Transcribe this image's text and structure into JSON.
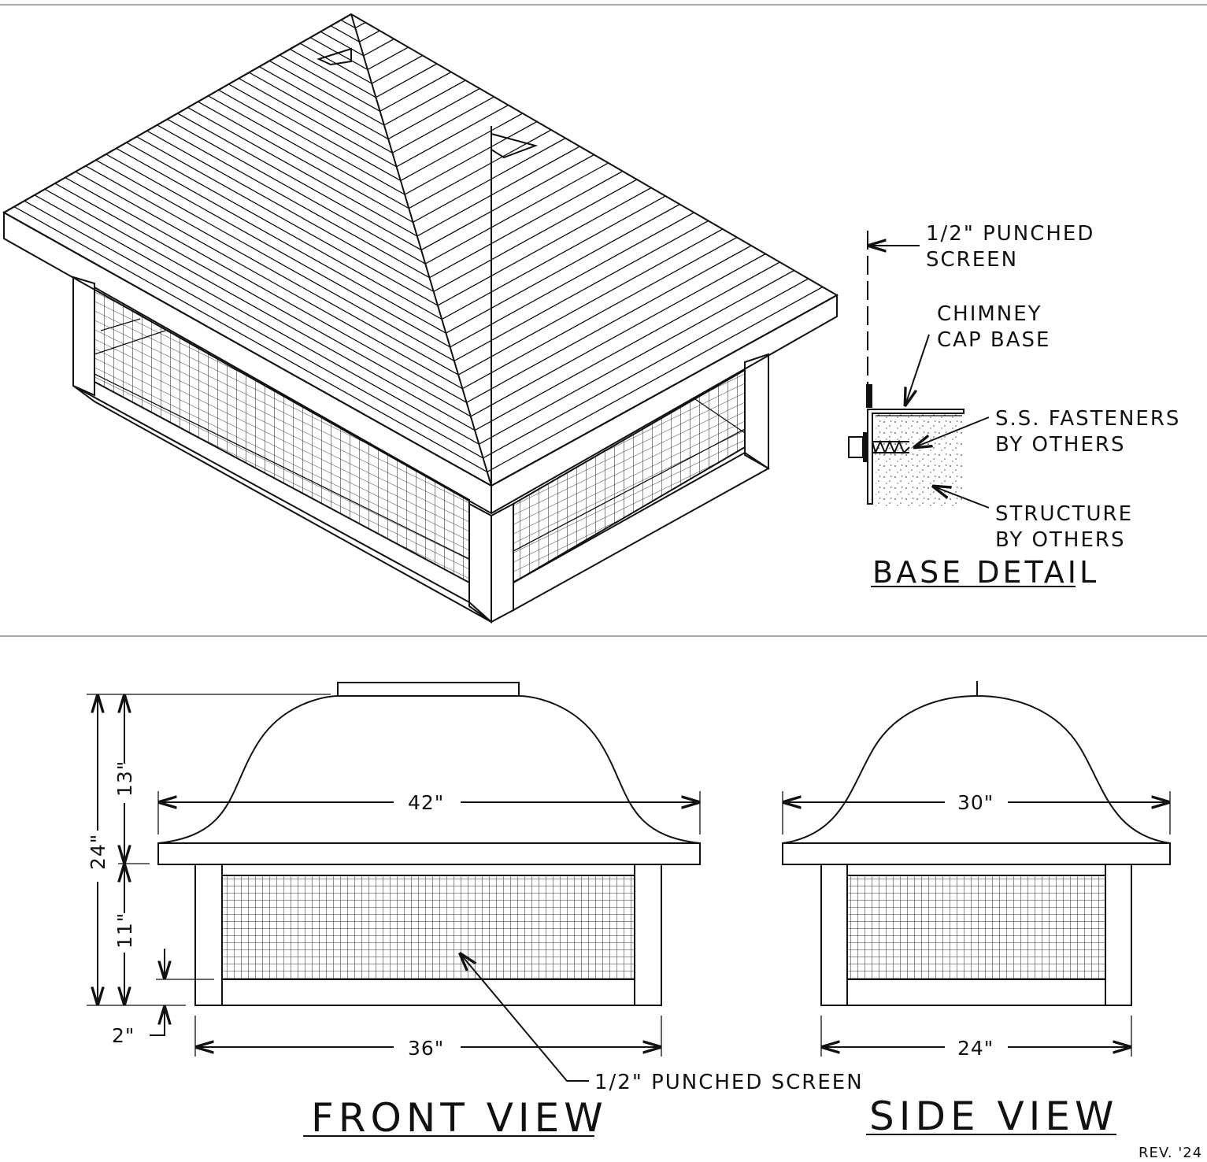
{
  "labels": {
    "punched_screen_top_1": "1/2\" PUNCHED",
    "punched_screen_top_2": "SCREEN",
    "chimney_cap_base_1": "CHIMNEY",
    "chimney_cap_base_2": "CAP BASE",
    "fasteners_1": "S.S. FASTENERS",
    "fasteners_2": "BY OTHERS",
    "structure_1": "STRUCTURE",
    "structure_2": "BY OTHERS",
    "base_detail": "BASE DETAIL",
    "punched_screen_front": "1/2\" PUNCHED SCREEN",
    "front_view": "FRONT VIEW",
    "side_view": "SIDE VIEW",
    "revision": "REV. '24"
  },
  "dimensions": {
    "overall_height": "24\"",
    "roof_height": "13\"",
    "base_height": "11\"",
    "bottom_offset": "2\"",
    "front_roof_width": "42\"",
    "front_base_width": "36\"",
    "side_roof_width": "30\"",
    "side_base_width": "24\""
  },
  "colors": {
    "line": "#111111",
    "separator": "#8a8a8a",
    "background": "#ffffff"
  }
}
